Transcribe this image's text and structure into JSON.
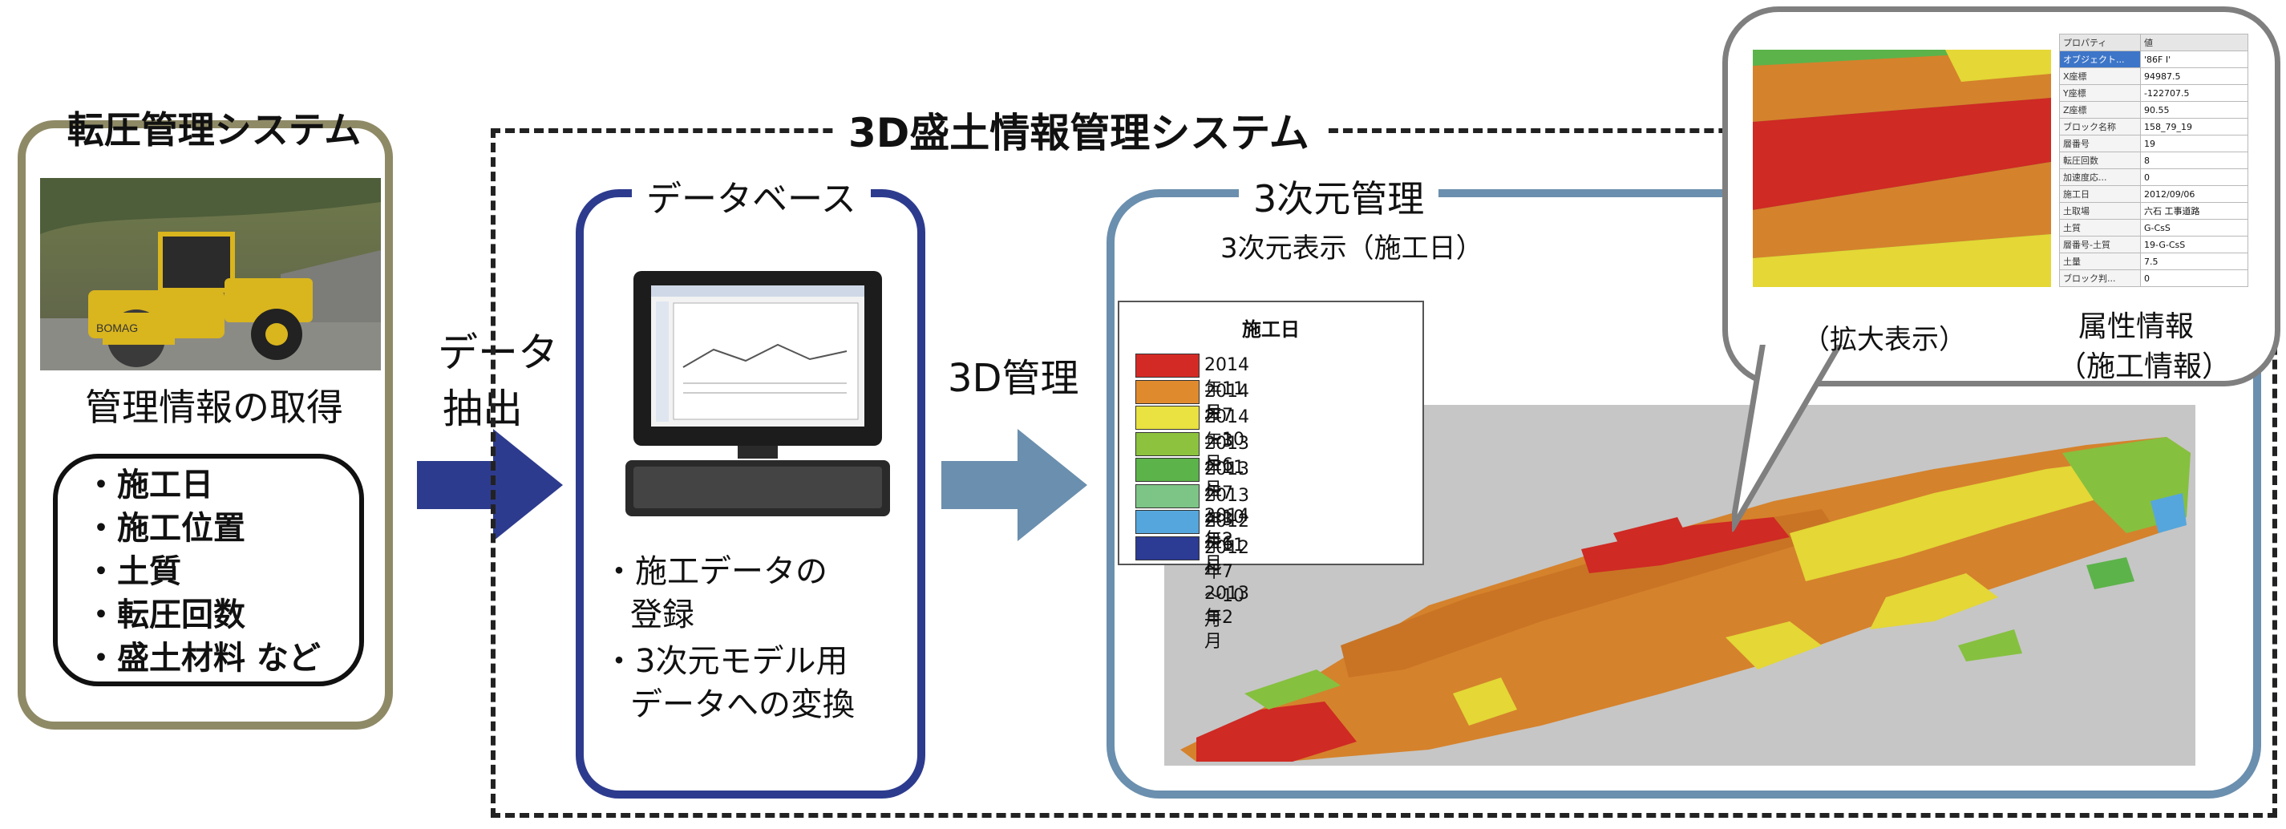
{
  "colors": {
    "left_border": "#8f8a66",
    "db_border": "#2d3b8e",
    "mgmt_border": "#6b8fae",
    "arrow_dark": "#2d3b8e",
    "arrow_light": "#6b8fae",
    "plot_bg": "#c6c6c6"
  },
  "left_panel": {
    "title": "転圧管理システム",
    "subtitle": "管理情報の取得",
    "items": [
      "・施工日",
      "・施工位置",
      "・土質",
      "・転圧回数",
      "・盛土材料 など"
    ]
  },
  "extract_label": [
    "データ",
    "抽出"
  ],
  "system_title": "3D盛土情報管理システム",
  "database": {
    "title": "データベース",
    "items": [
      {
        "line1": "・施工データの",
        "line2": "登録"
      },
      {
        "line1": "・3次元モデル用",
        "line2": "データへの変換"
      }
    ]
  },
  "mgmt3d_label": "3D管理",
  "mgmt": {
    "title": "3次元管理",
    "subtitle": "3次元表示（施工日）"
  },
  "legend": {
    "title": "施工日",
    "entries": [
      {
        "label": "2014年11月",
        "color": "#d42a26"
      },
      {
        "label": "2014年7～10月",
        "color": "#e08a2e"
      },
      {
        "label": "2014年3～6月",
        "color": "#e9e240"
      },
      {
        "label": "2013年11～2014年2月",
        "color": "#8cc23e"
      },
      {
        "label": "2013年7～10月",
        "color": "#5cb34a"
      },
      {
        "label": "2013年3～6月",
        "color": "#7cc586"
      },
      {
        "label": "2012年11～2013年2月",
        "color": "#55a6dc"
      },
      {
        "label": "2012年7～10月",
        "color": "#2c3b94"
      }
    ]
  },
  "callout": {
    "zoom_label": "（拡大表示）",
    "attr_title1": "属性情報",
    "attr_title2": "（施工情報）"
  },
  "attributes": {
    "header": [
      "プロパティ",
      "値"
    ],
    "rows": [
      [
        "オブジェクト...",
        "'86F I'"
      ],
      [
        "X座標",
        "94987.5"
      ],
      [
        "Y座標",
        "-122707.5"
      ],
      [
        "Z座標",
        "90.55"
      ],
      [
        "ブロック名称",
        "158_79_19"
      ],
      [
        "層番号",
        "19"
      ],
      [
        "転圧回数",
        "8"
      ],
      [
        "加速度応...",
        "0"
      ],
      [
        "施工日",
        "2012/09/06"
      ],
      [
        "土取場",
        "六石 工事道路"
      ],
      [
        "土質",
        "G-CsS"
      ],
      [
        "層番号-土質",
        "19-G-CsS"
      ],
      [
        "土量",
        "7.5"
      ],
      [
        "ブロック判...",
        "0"
      ]
    ]
  }
}
